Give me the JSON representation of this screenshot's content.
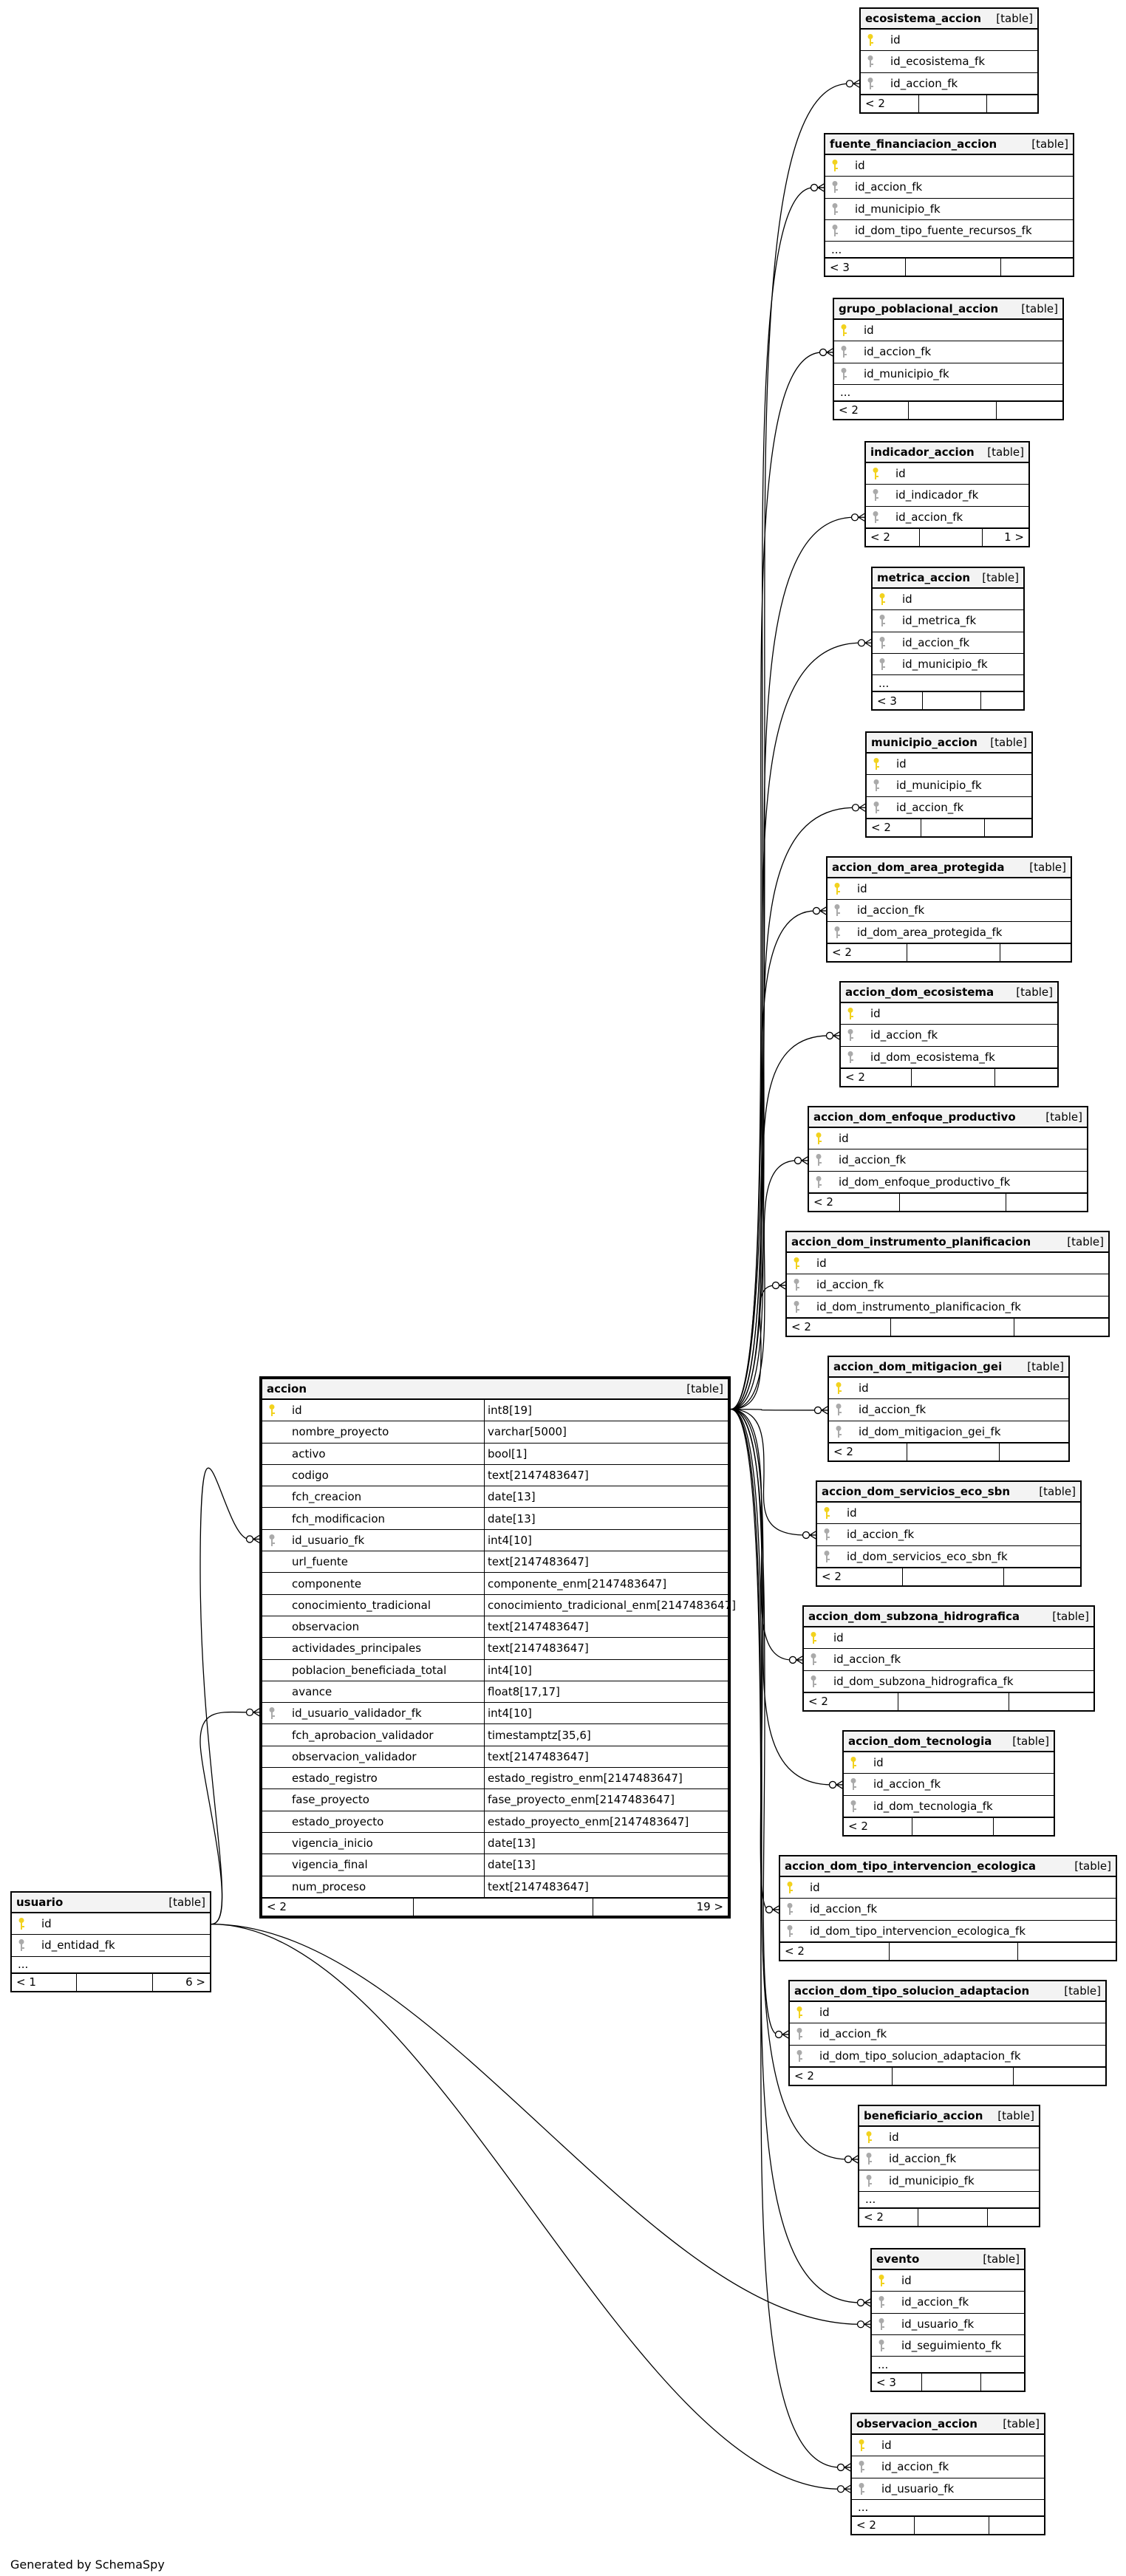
{
  "credit": "Generated by SchemaSpy",
  "table_tag": "[table]",
  "colors": {
    "primary_key": "#f2d21e",
    "foreign_key": "#aaaaaa",
    "line": "#000000"
  },
  "tables": {
    "ecosistema_accion": {
      "name": "ecosistema_accion",
      "columns": [
        {
          "name": "id",
          "key": "pk"
        },
        {
          "name": "id_ecosistema_fk",
          "key": "fk"
        },
        {
          "name": "id_accion_fk",
          "key": "fk"
        }
      ],
      "more": "",
      "footer_left": "< 2",
      "footer_right": ""
    },
    "fuente_financiacion_accion": {
      "name": "fuente_financiacion_accion",
      "columns": [
        {
          "name": "id",
          "key": "pk"
        },
        {
          "name": "id_accion_fk",
          "key": "fk"
        },
        {
          "name": "id_municipio_fk",
          "key": "fk"
        },
        {
          "name": "id_dom_tipo_fuente_recursos_fk",
          "key": "fk"
        }
      ],
      "more": "...",
      "footer_left": "< 3",
      "footer_right": ""
    },
    "grupo_poblacional_accion": {
      "name": "grupo_poblacional_accion",
      "columns": [
        {
          "name": "id",
          "key": "pk"
        },
        {
          "name": "id_accion_fk",
          "key": "fk"
        },
        {
          "name": "id_municipio_fk",
          "key": "fk"
        }
      ],
      "more": "...",
      "footer_left": "< 2",
      "footer_right": ""
    },
    "indicador_accion": {
      "name": "indicador_accion",
      "columns": [
        {
          "name": "id",
          "key": "pk"
        },
        {
          "name": "id_indicador_fk",
          "key": "fk"
        },
        {
          "name": "id_accion_fk",
          "key": "fk"
        }
      ],
      "more": "",
      "footer_left": "< 2",
      "footer_right": "1 >"
    },
    "metrica_accion": {
      "name": "metrica_accion",
      "columns": [
        {
          "name": "id",
          "key": "pk"
        },
        {
          "name": "id_metrica_fk",
          "key": "fk"
        },
        {
          "name": "id_accion_fk",
          "key": "fk"
        },
        {
          "name": "id_municipio_fk",
          "key": "fk"
        }
      ],
      "more": "...",
      "footer_left": "< 3",
      "footer_right": ""
    },
    "municipio_accion": {
      "name": "municipio_accion",
      "columns": [
        {
          "name": "id",
          "key": "pk"
        },
        {
          "name": "id_municipio_fk",
          "key": "fk"
        },
        {
          "name": "id_accion_fk",
          "key": "fk"
        }
      ],
      "more": "",
      "footer_left": "< 2",
      "footer_right": ""
    },
    "accion_dom_area_protegida": {
      "name": "accion_dom_area_protegida",
      "columns": [
        {
          "name": "id",
          "key": "pk"
        },
        {
          "name": "id_accion_fk",
          "key": "fk"
        },
        {
          "name": "id_dom_area_protegida_fk",
          "key": "fk"
        }
      ],
      "more": "",
      "footer_left": "< 2",
      "footer_right": ""
    },
    "accion_dom_ecosistema": {
      "name": "accion_dom_ecosistema",
      "columns": [
        {
          "name": "id",
          "key": "pk"
        },
        {
          "name": "id_accion_fk",
          "key": "fk"
        },
        {
          "name": "id_dom_ecosistema_fk",
          "key": "fk"
        }
      ],
      "more": "",
      "footer_left": "< 2",
      "footer_right": ""
    },
    "accion_dom_enfoque_productivo": {
      "name": "accion_dom_enfoque_productivo",
      "columns": [
        {
          "name": "id",
          "key": "pk"
        },
        {
          "name": "id_accion_fk",
          "key": "fk"
        },
        {
          "name": "id_dom_enfoque_productivo_fk",
          "key": "fk"
        }
      ],
      "more": "",
      "footer_left": "< 2",
      "footer_right": ""
    },
    "accion_dom_instrumento_planificacion": {
      "name": "accion_dom_instrumento_planificacion",
      "columns": [
        {
          "name": "id",
          "key": "pk"
        },
        {
          "name": "id_accion_fk",
          "key": "fk"
        },
        {
          "name": "id_dom_instrumento_planificacion_fk",
          "key": "fk"
        }
      ],
      "more": "",
      "footer_left": "< 2",
      "footer_right": ""
    },
    "accion_dom_mitigacion_gei": {
      "name": "accion_dom_mitigacion_gei",
      "columns": [
        {
          "name": "id",
          "key": "pk"
        },
        {
          "name": "id_accion_fk",
          "key": "fk"
        },
        {
          "name": "id_dom_mitigacion_gei_fk",
          "key": "fk"
        }
      ],
      "more": "",
      "footer_left": "< 2",
      "footer_right": ""
    },
    "accion_dom_servicios_eco_sbn": {
      "name": "accion_dom_servicios_eco_sbn",
      "columns": [
        {
          "name": "id",
          "key": "pk"
        },
        {
          "name": "id_accion_fk",
          "key": "fk"
        },
        {
          "name": "id_dom_servicios_eco_sbn_fk",
          "key": "fk"
        }
      ],
      "more": "",
      "footer_left": "< 2",
      "footer_right": ""
    },
    "accion_dom_subzona_hidrografica": {
      "name": "accion_dom_subzona_hidrografica",
      "columns": [
        {
          "name": "id",
          "key": "pk"
        },
        {
          "name": "id_accion_fk",
          "key": "fk"
        },
        {
          "name": "id_dom_subzona_hidrografica_fk",
          "key": "fk"
        }
      ],
      "more": "",
      "footer_left": "< 2",
      "footer_right": ""
    },
    "accion_dom_tecnologia": {
      "name": "accion_dom_tecnologia",
      "columns": [
        {
          "name": "id",
          "key": "pk"
        },
        {
          "name": "id_accion_fk",
          "key": "fk"
        },
        {
          "name": "id_dom_tecnologia_fk",
          "key": "fk"
        }
      ],
      "more": "",
      "footer_left": "< 2",
      "footer_right": ""
    },
    "accion_dom_tipo_intervencion_ecologica": {
      "name": "accion_dom_tipo_intervencion_ecologica",
      "columns": [
        {
          "name": "id",
          "key": "pk"
        },
        {
          "name": "id_accion_fk",
          "key": "fk"
        },
        {
          "name": "id_dom_tipo_intervencion_ecologica_fk",
          "key": "fk"
        }
      ],
      "more": "",
      "footer_left": "< 2",
      "footer_right": ""
    },
    "accion_dom_tipo_solucion_adaptacion": {
      "name": "accion_dom_tipo_solucion_adaptacion",
      "columns": [
        {
          "name": "id",
          "key": "pk"
        },
        {
          "name": "id_accion_fk",
          "key": "fk"
        },
        {
          "name": "id_dom_tipo_solucion_adaptacion_fk",
          "key": "fk"
        }
      ],
      "more": "",
      "footer_left": "< 2",
      "footer_right": ""
    },
    "beneficiario_accion": {
      "name": "beneficiario_accion",
      "columns": [
        {
          "name": "id",
          "key": "pk"
        },
        {
          "name": "id_accion_fk",
          "key": "fk"
        },
        {
          "name": "id_municipio_fk",
          "key": "fk"
        }
      ],
      "more": "...",
      "footer_left": "< 2",
      "footer_right": ""
    },
    "evento": {
      "name": "evento",
      "columns": [
        {
          "name": "id",
          "key": "pk"
        },
        {
          "name": "id_accion_fk",
          "key": "fk"
        },
        {
          "name": "id_usuario_fk",
          "key": "fk"
        },
        {
          "name": "id_seguimiento_fk",
          "key": "fk"
        }
      ],
      "more": "...",
      "footer_left": "< 3",
      "footer_right": ""
    },
    "observacion_accion": {
      "name": "observacion_accion",
      "columns": [
        {
          "name": "id",
          "key": "pk"
        },
        {
          "name": "id_accion_fk",
          "key": "fk"
        },
        {
          "name": "id_usuario_fk",
          "key": "fk"
        }
      ],
      "more": "...",
      "footer_left": "< 2",
      "footer_right": ""
    },
    "usuario": {
      "name": "usuario",
      "columns": [
        {
          "name": "id",
          "key": "pk"
        },
        {
          "name": "id_entidad_fk",
          "key": "fk"
        }
      ],
      "more": "...",
      "footer_left": "< 1",
      "footer_right": "6 >"
    },
    "accion": {
      "name": "accion",
      "columns": [
        {
          "name": "id",
          "type": "int8[19]",
          "key": "pk"
        },
        {
          "name": "nombre_proyecto",
          "type": "varchar[5000]",
          "key": ""
        },
        {
          "name": "activo",
          "type": "bool[1]",
          "key": ""
        },
        {
          "name": "codigo",
          "type": "text[2147483647]",
          "key": ""
        },
        {
          "name": "fch_creacion",
          "type": "date[13]",
          "key": ""
        },
        {
          "name": "fch_modificacion",
          "type": "date[13]",
          "key": ""
        },
        {
          "name": "id_usuario_fk",
          "type": "int4[10]",
          "key": "fk"
        },
        {
          "name": "url_fuente",
          "type": "text[2147483647]",
          "key": ""
        },
        {
          "name": "componente",
          "type": "componente_enm[2147483647]",
          "key": ""
        },
        {
          "name": "conocimiento_tradicional",
          "type": "conocimiento_tradicional_enm[2147483647]",
          "key": ""
        },
        {
          "name": "observacion",
          "type": "text[2147483647]",
          "key": ""
        },
        {
          "name": "actividades_principales",
          "type": "text[2147483647]",
          "key": ""
        },
        {
          "name": "poblacion_beneficiada_total",
          "type": "int4[10]",
          "key": ""
        },
        {
          "name": "avance",
          "type": "float8[17,17]",
          "key": ""
        },
        {
          "name": "id_usuario_validador_fk",
          "type": "int4[10]",
          "key": "fk"
        },
        {
          "name": "fch_aprobacion_validador",
          "type": "timestamptz[35,6]",
          "key": ""
        },
        {
          "name": "observacion_validador",
          "type": "text[2147483647]",
          "key": ""
        },
        {
          "name": "estado_registro",
          "type": "estado_registro_enm[2147483647]",
          "key": ""
        },
        {
          "name": "fase_proyecto",
          "type": "fase_proyecto_enm[2147483647]",
          "key": ""
        },
        {
          "name": "estado_proyecto",
          "type": "estado_proyecto_enm[2147483647]",
          "key": ""
        },
        {
          "name": "vigencia_inicio",
          "type": "date[13]",
          "key": ""
        },
        {
          "name": "vigencia_final",
          "type": "date[13]",
          "key": ""
        },
        {
          "name": "num_proceso",
          "type": "text[2147483647]",
          "key": ""
        }
      ],
      "more": "",
      "footer_left": "< 2",
      "footer_right": "19 >"
    }
  }
}
